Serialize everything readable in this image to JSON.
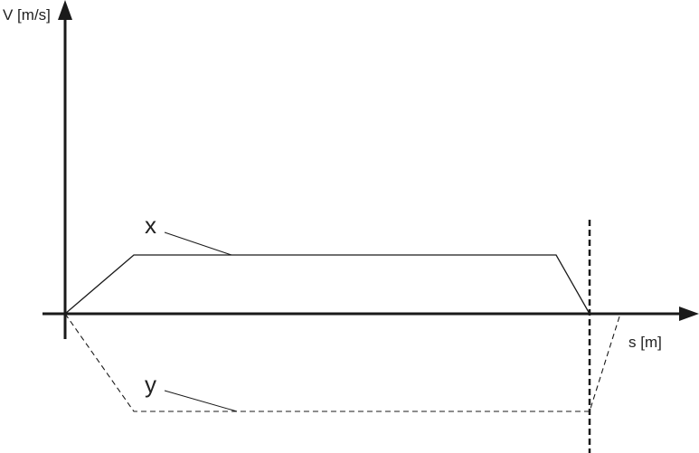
{
  "axes": {
    "y_label": "V [m/s]",
    "x_label": "s [m]"
  },
  "curves": {
    "x_label": "x",
    "y_label": "y"
  },
  "colors": {
    "line": "#1a1a1a"
  }
}
